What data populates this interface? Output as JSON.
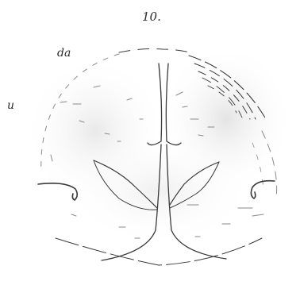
{
  "figure": {
    "number": "10.",
    "labels": {
      "da": "da",
      "u": "u"
    }
  }
}
